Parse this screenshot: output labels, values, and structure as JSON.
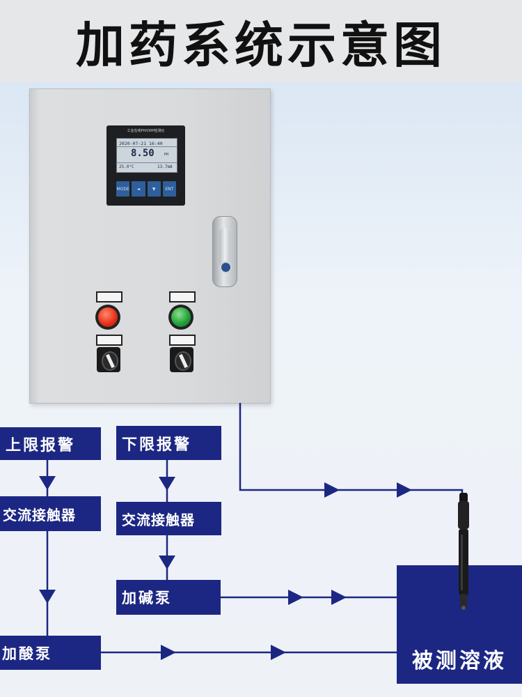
{
  "title": "加药系统示意图",
  "controller": {
    "label": "工业在线PH/ORP检测仪",
    "date": "2020-07-21 16:40",
    "value": "8.50",
    "unit": "PH",
    "temperature": "25.0°C",
    "current": "13.7mA",
    "buttons": [
      "MODE",
      "◄",
      "▼",
      "ENT"
    ]
  },
  "flow": {
    "upper_alarm": "上限报警",
    "lower_alarm": "下限报警",
    "contactor_left": "交流接触器",
    "contactor_right": "交流接触器",
    "base_pump": "加碱泵",
    "acid_pump": "加酸泵",
    "tank": "被测溶液"
  },
  "colors": {
    "box_fill": "#1c2783",
    "line": "#1c2783",
    "title_bg": "#e6e7e9",
    "red_lamp": "#e8321c",
    "green_lamp": "#23a23b"
  }
}
